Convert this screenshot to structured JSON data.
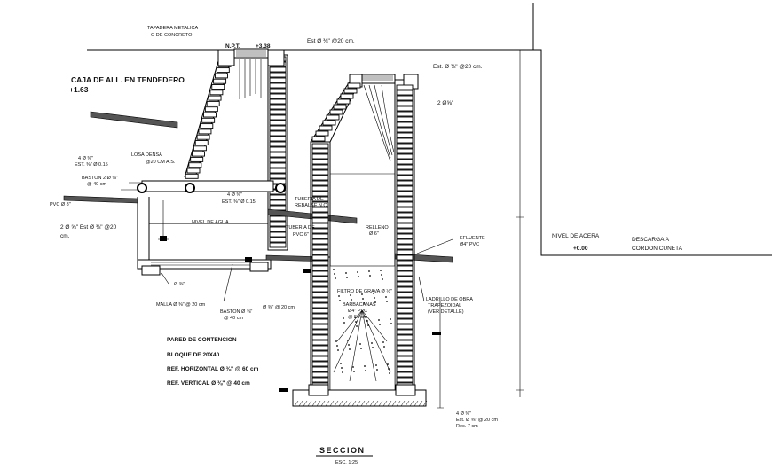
{
  "labels": {
    "tapadera": "TAPADERA METALICA",
    "tapadera2": "O DE CONCRETO",
    "npt": "N.P.T.",
    "npt_level": "+3.38",
    "est_top": "Est Ø ⅜\" @20 cm.",
    "est_right": "Est. Ø ⅜\" @20 cm.",
    "caja": "CAJA DE ALL. EN TENDEDERO",
    "caja_level": "+1.63",
    "dos_o": "2 Ø⅝\"",
    "losa": "LOSA DENSA",
    "losa2": "@20 CM A.S.",
    "est_left": "4 Ø ⅜\"",
    "est_left2": "EST. ⅜\" Ø 0.15",
    "baston": "BASTON 2 Ø ⅜\"",
    "baston2": "@ 40 cm",
    "pvc": "PVC Ø 8\"",
    "est_mid": "4 Ø ⅜\"",
    "est_mid2": "EST. ⅜\" Ø 0.15",
    "tuberia": "TUBERIA DE",
    "tuberia2": "REBALSE N.C.",
    "nivel_agua": "NIVEL DE AGUA",
    "dos_o_left": "2 Ø ⅝\" Est Ø ⅜\" @20",
    "dos_o_left2": "cm.",
    "tuberia_pvc": "TUBERIA DE",
    "tuberia_pvc2": "PVC 6\"",
    "relleno": "RELLENO",
    "relleno2": "Ø 6\"",
    "nivel_acera": "NIVEL DE ACERA",
    "nivel_acera_val": "+0.00",
    "descarga": "DESCARGA A",
    "descarga2": "CORDON CUNETA",
    "efluente": "EFLUENTE",
    "efluente2": "Ø4\" PVC",
    "filtro": "FILTRO DE GRAVA Ø ½\"",
    "barbacanas": "BARBACANAS",
    "barbacanas2": "Ø4\" PVC",
    "barbacanas3": "@ 50 cm",
    "ladrillo": "LADRILLO DE OBRA",
    "ladrillo2": "TRAPEZOIDAL",
    "ladrillo3": "(VER DETALLE)",
    "malla": "MALLA Ø ⅜\" @ 20 cm",
    "baston_b": "BASTON  Ø ⅜\"",
    "baston_b2": "@ 40 cm",
    "o_bottom": "Ø ⅜\" @ 20 cm",
    "o_left_small": "Ø ⅜\"",
    "pared": "PARED DE CONTENCION",
    "bloque": "BLOQUE DE 20X40",
    "ref_h": "REF. HORIZONTAL Ø ⅜\" @ 60 cm",
    "ref_v": "REF. VERTICAL Ø ⅜\" @ 40 cm",
    "bottom_r1": "4 Ø ⅜\"",
    "bottom_r2": "Est. Ø ⅜\" @ 20 cm",
    "bottom_r3": "Rec. 7 cm",
    "seccion": "SECCION",
    "escala": "ESC. 1:25"
  }
}
